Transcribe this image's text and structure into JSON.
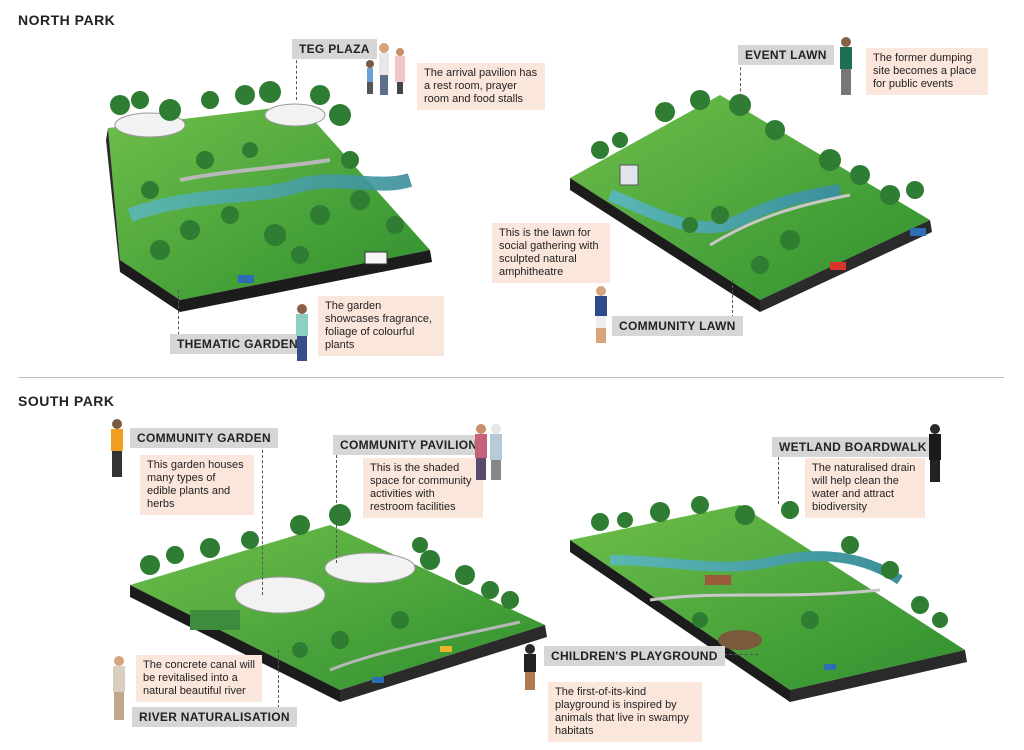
{
  "sections": {
    "north": "NORTH PARK",
    "south": "SOUTH PARK"
  },
  "labels": {
    "teg_plaza": "TEG PLAZA",
    "event_lawn": "EVENT LAWN",
    "thematic_garden": "THEMATIC GARDEN",
    "community_lawn": "COMMUNITY LAWN",
    "community_garden": "COMMUNITY GARDEN",
    "community_pavilion": "COMMUNITY PAVILION",
    "wetland_boardwalk": "WETLAND BOARDWALK",
    "childrens_playground": "CHILDREN'S PLAYGROUND",
    "river_naturalisation": "RIVER NATURALISATION"
  },
  "notes": {
    "teg_plaza": "The arrival pavilion has a rest room, prayer room and food stalls",
    "event_lawn": "The former dumping site becomes a place for public events",
    "community_lawn": "This is the lawn for social gathering with sculpted natural amphitheatre",
    "thematic_garden": "The garden showcases fragrance, foliage of colourful plants",
    "community_garden": "This garden houses many types of edible plants and herbs",
    "community_pavilion": "This is the shaded space for community activities with restroom facilities",
    "wetland_boardwalk": "The naturalised drain will help clean the water and attract biodiversity",
    "childrens_playground": "The first-of-its-kind playground is inspired by animals that live in swampy habitats",
    "river_naturalisation": "The concrete canal will be revitalised into a natural beautiful river"
  },
  "colors": {
    "label_bg": "#d6d6d6",
    "note_bg": "#fbe6dc",
    "grass": "#4caf3a",
    "tree": "#2e7d32",
    "water": "#4aa3a8",
    "ground": "#1c1c1c"
  }
}
